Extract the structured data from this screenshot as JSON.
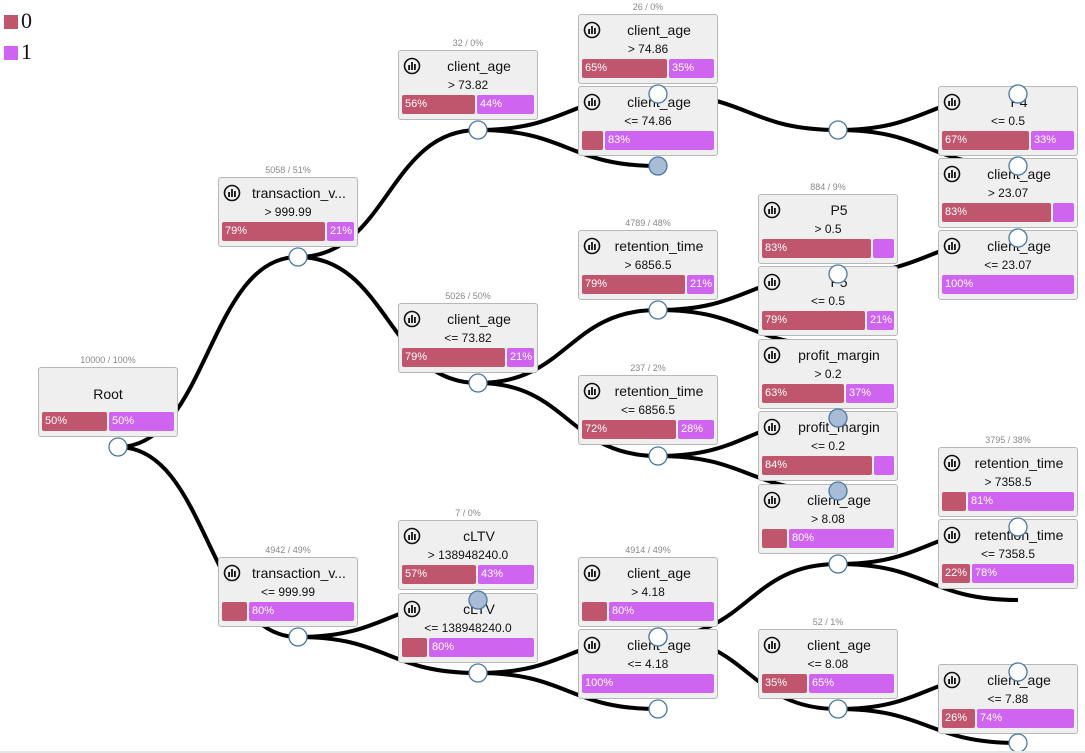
{
  "legend": [
    {
      "label": "0",
      "color": "#c0566d"
    },
    {
      "label": "1",
      "color": "#cf64f0"
    }
  ],
  "root": {
    "label": "Root",
    "count": "10000 / 100%",
    "p0": "50%",
    "p1": "50%",
    "v0": 50,
    "v1": 50
  },
  "nodes": {
    "tv_gt": {
      "feature": "transaction_v...",
      "cond": "> 999.99",
      "count": "5058 / 51%",
      "p0": "79%",
      "p1": "21%",
      "v0": 79,
      "v1": 21
    },
    "tv_le": {
      "feature": "transaction_v...",
      "cond": "<= 999.99",
      "count": "4942 / 49%",
      "p0": "",
      "p1": "80%",
      "v0": 20,
      "v1": 80
    },
    "ca_gt7382": {
      "feature": "client_age",
      "cond": "> 73.82",
      "count": "32 / 0%",
      "p0": "56%",
      "p1": "44%",
      "v0": 56,
      "v1": 44
    },
    "ca_le7382": {
      "feature": "client_age",
      "cond": "<= 73.82",
      "count": "5026 / 50%",
      "p0": "79%",
      "p1": "21%",
      "v0": 79,
      "v1": 21
    },
    "cltv_gt": {
      "feature": "cLTV",
      "cond": "> 138948240.0",
      "count": "7 / 0%",
      "p0": "57%",
      "p1": "43%",
      "v0": 57,
      "v1": 43
    },
    "cltv_le": {
      "feature": "cLTV",
      "cond": "<= 138948240.0",
      "count": "",
      "p0": "",
      "p1": "80%",
      "v0": 20,
      "v1": 80
    },
    "ca_gt7486": {
      "feature": "client_age",
      "cond": "> 74.86",
      "count": "26 / 0%",
      "p0": "65%",
      "p1": "35%",
      "v0": 65,
      "v1": 35
    },
    "ca_le7486": {
      "feature": "client_age",
      "cond": "<= 74.86",
      "count": "",
      "p0": "",
      "p1": "83%",
      "v0": 17,
      "v1": 83
    },
    "rt_gt6856": {
      "feature": "retention_time",
      "cond": "> 6856.5",
      "count": "4789 / 48%",
      "p0": "79%",
      "p1": "21%",
      "v0": 79,
      "v1": 21
    },
    "rt_le6856": {
      "feature": "retention_time",
      "cond": "<= 6856.5",
      "count": "237 / 2%",
      "p0": "72%",
      "p1": "28%",
      "v0": 72,
      "v1": 28
    },
    "ca_gt418": {
      "feature": "client_age",
      "cond": "> 4.18",
      "count": "4914 / 49%",
      "p0": "",
      "p1": "80%",
      "v0": 20,
      "v1": 80
    },
    "ca_le418": {
      "feature": "client_age",
      "cond": "<= 4.18",
      "count": "",
      "p0": "",
      "p1": "100%",
      "v0": 0,
      "v1": 100
    },
    "p5_gt": {
      "feature": "P5",
      "cond": "> 0.5",
      "count": "884 / 9%",
      "p0": "83%",
      "p1": "",
      "v0": 83,
      "v1": 17
    },
    "p5_le": {
      "feature": "P5",
      "cond": "<= 0.5",
      "count": "",
      "p0": "79%",
      "p1": "21%",
      "v0": 79,
      "v1": 21
    },
    "pm_gt": {
      "feature": "profit_margin",
      "cond": "> 0.2",
      "count": "",
      "p0": "63%",
      "p1": "37%",
      "v0": 63,
      "v1": 37
    },
    "pm_le": {
      "feature": "profit_margin",
      "cond": "<= 0.2",
      "count": "",
      "p0": "84%",
      "p1": "",
      "v0": 84,
      "v1": 16
    },
    "ca_gt808": {
      "feature": "client_age",
      "cond": "> 8.08",
      "count": "",
      "p0": "",
      "p1": "80%",
      "v0": 20,
      "v1": 80
    },
    "ca_le808": {
      "feature": "client_age",
      "cond": "<= 8.08",
      "count": "52 / 1%",
      "p0": "35%",
      "p1": "65%",
      "v0": 35,
      "v1": 65
    },
    "p4_le": {
      "feature": "P4",
      "cond": "<= 0.5",
      "count": "",
      "p0": "67%",
      "p1": "33%",
      "v0": 67,
      "v1": 33
    },
    "ca_gt2307": {
      "feature": "client_age",
      "cond": "> 23.07",
      "count": "",
      "p0": "83%",
      "p1": "",
      "v0": 83,
      "v1": 17
    },
    "ca_le2307": {
      "feature": "client_age",
      "cond": "<= 23.07",
      "count": "",
      "p0": "",
      "p1": "100%",
      "v0": 0,
      "v1": 100
    },
    "rt_gt7358": {
      "feature": "retention_time",
      "cond": "> 7358.5",
      "count": "3795 / 38%",
      "p0": "",
      "p1": "81%",
      "v0": 19,
      "v1": 81
    },
    "rt_le7358": {
      "feature": "retention_time",
      "cond": "<= 7358.5",
      "count": "",
      "p0": "22%",
      "p1": "78%",
      "v0": 22,
      "v1": 78
    },
    "ca_le788": {
      "feature": "client_age",
      "cond": "<= 7.88",
      "count": "",
      "p0": "26%",
      "p1": "74%",
      "v0": 26,
      "v1": 74
    }
  }
}
